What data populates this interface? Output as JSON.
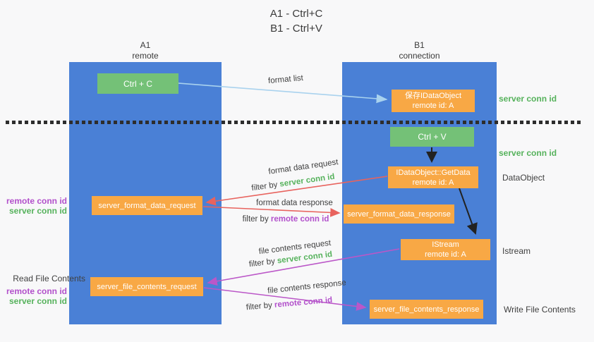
{
  "title": {
    "line1": "A1 - Ctrl+C",
    "line2": "B1 - Ctrl+V"
  },
  "columns": {
    "left": {
      "name": "A1",
      "role": "remote"
    },
    "right": {
      "name": "B1",
      "role": "connection"
    }
  },
  "nodes": {
    "ctrl_c": "Ctrl + C",
    "save_idataobject": {
      "line1": "保存IDataObject",
      "line2": "remote id: A"
    },
    "ctrl_v": "Ctrl + V",
    "getdata": {
      "line1": "IDataObject::GetData",
      "line2": "remote id: A"
    },
    "format_request": "server_format_data_request",
    "format_response": "server_format_data_response",
    "istream": {
      "line1": "IStream",
      "line2": "remote id: A"
    },
    "file_request": "server_file_contents_request",
    "file_response": "server_file_contents_response"
  },
  "side_labels": {
    "server_conn_id_top": "server conn id",
    "server_conn_id_mid": "server conn id",
    "dataobject": "DataObject",
    "istream": "Istream",
    "write_file_contents": "Write File Contents",
    "read_file_contents": "Read File Contents",
    "pair_top": {
      "remote": "remote conn id",
      "server": "server conn id"
    },
    "pair_bottom": {
      "remote": "remote conn id",
      "server": "server conn id"
    }
  },
  "edge_labels": {
    "format_list": "format list",
    "format_data_request": "format data request",
    "format_data_response": "format data response",
    "file_contents_request": "file contents request",
    "file_contents_response": "file contents response",
    "filter_by": "filter by",
    "filter_server": "server conn id",
    "filter_remote": "remote conn id"
  },
  "colors": {
    "background": "#f8f8f9",
    "column_blue": "#4a80d6",
    "box_green": "#74c177",
    "box_orange": "#f8a845",
    "arrow_blue": "#a9d2ee",
    "arrow_red": "#e8635e",
    "arrow_purple": "#bb57c8",
    "arrow_black": "#222222",
    "label_green": "#56b25c",
    "label_purple": "#b250cb",
    "text_dark": "#3c3c3c"
  }
}
